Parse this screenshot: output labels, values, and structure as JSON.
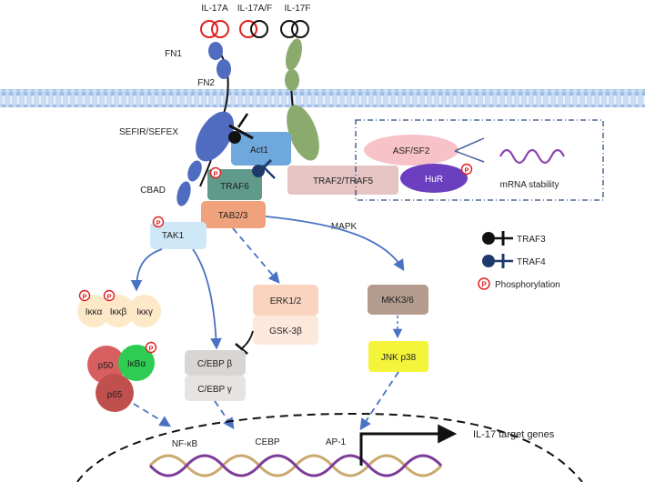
{
  "ligands": [
    "IL-17A",
    "IL-17A/F",
    "IL-17F"
  ],
  "receptor": {
    "fn1": "FN1",
    "fn2": "FN2",
    "sefir": "SEFIR/SEFEX",
    "cbad": "CBAD"
  },
  "adaptors": {
    "act1": "Act1",
    "traf6": "TRAF6",
    "traf2_5": "TRAF2/TRAF5",
    "tab": "TAB2/3",
    "tak1": "TAK1"
  },
  "mrna_box": {
    "asf": "ASF/SF2",
    "hur": "HuR",
    "stability": "mRNA stability"
  },
  "mapk_label": "MAPK",
  "legend": {
    "traf3": "TRAF3",
    "traf4": "TRAF4",
    "phospho": "Phosphorylation"
  },
  "ikk": [
    "Iκκα",
    "Iκκβ",
    "Iκκγ"
  ],
  "nfkb_complex": {
    "p50": "p50",
    "ikba": "IκBα",
    "p65": "p65"
  },
  "erk": {
    "erk": "ERK1/2",
    "gsk": "GSK-3β"
  },
  "cebp": {
    "beta": "C/EBP β",
    "gamma": "C/EBP γ"
  },
  "mkk": "MKK3/6",
  "jnk": "JNK p38",
  "nucleus": {
    "nfkb": "NF-κB",
    "cebp": "CEBP",
    "ap1": "AP-1",
    "target": "IL-17 target genes"
  },
  "colors": {
    "receptorA": "#4f6cc0",
    "receptorC": "#8aab6d",
    "act1": "#6fa8dc",
    "traf6": "#5f9a8a",
    "traf2": "#e6c4c4",
    "tab": "#f0a27c",
    "tak1": "#cfe8f7",
    "asf": "#f7c2c8",
    "hur": "#6b3fbf",
    "ikk": "#fde8c8",
    "p50": "#d85f5f",
    "ikba": "#2ecc52",
    "erk": "#fbd4c0",
    "cebp": "#d9d5d3",
    "mkk": "#b39b8e",
    "jnk": "#f4f53a",
    "arrow": "#4a72c4",
    "phospho": "#e02020"
  }
}
